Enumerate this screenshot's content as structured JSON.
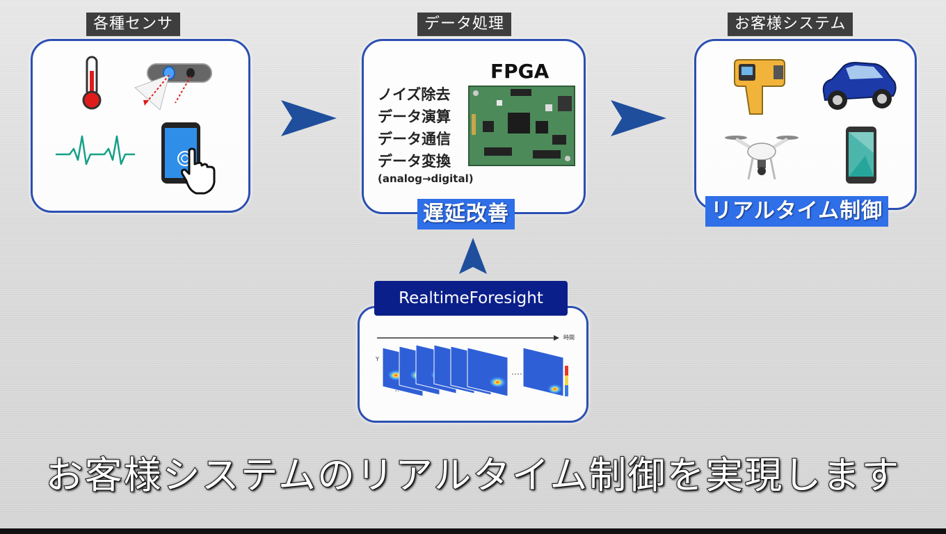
{
  "sections": {
    "sensors": {
      "title": "各種センサ"
    },
    "processing": {
      "title": "データ処理",
      "device": "FPGA",
      "items": [
        "ノイズ除去",
        "データ演算",
        "データ通信",
        "データ変換"
      ],
      "note": "(analog→digital)",
      "tag": "遅延改善"
    },
    "customer": {
      "title": "お客様システム",
      "tag": "リアルタイム制御"
    }
  },
  "tool": {
    "name": "RealtimeForesight",
    "axis_label": "時間",
    "y_axis": "Y",
    "x_axis": "X"
  },
  "caption": "お客様システムのリアルタイム制御を実現します",
  "colors": {
    "frame": "#2b4fb2",
    "tag_blue": "#2f6fe8",
    "arrow": "#1e4e9c",
    "tool_header": "#0b1f8a"
  }
}
